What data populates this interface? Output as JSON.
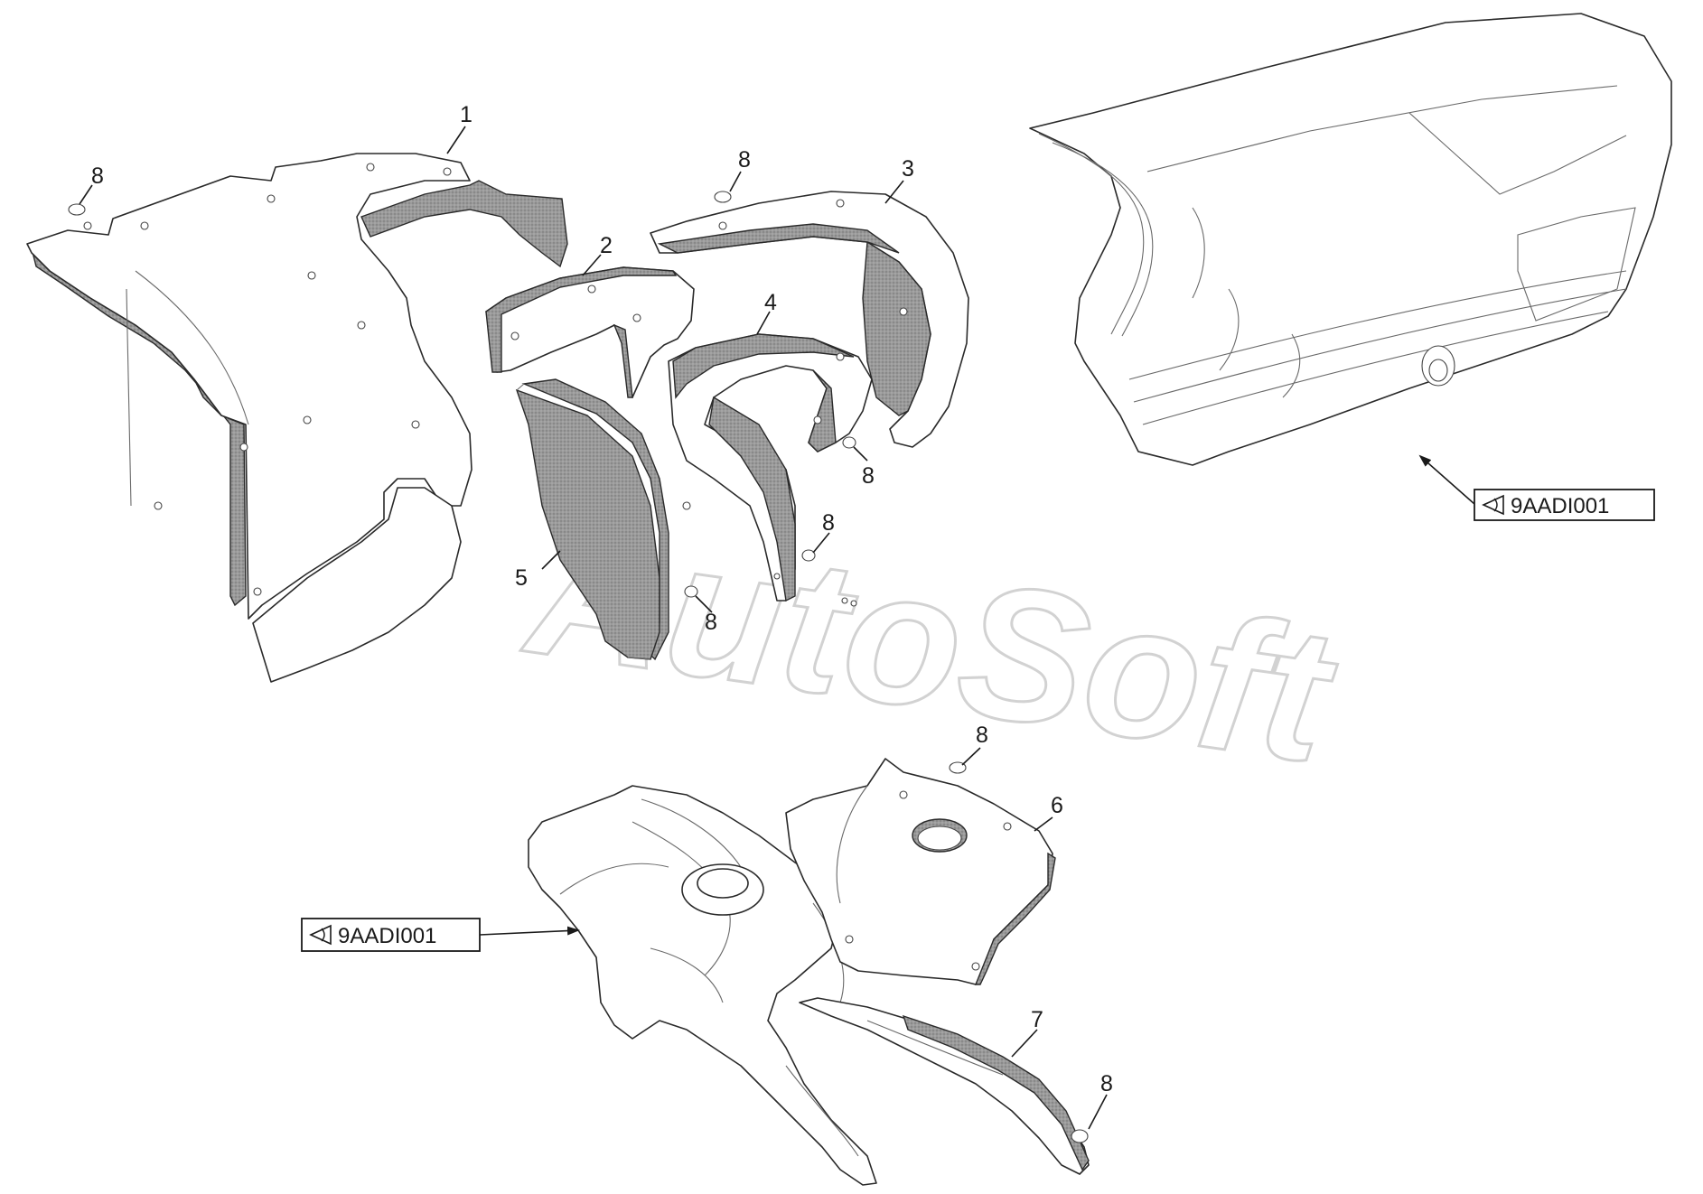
{
  "watermark": "AutoSoft",
  "callouts": {
    "c1": "1",
    "c2": "2",
    "c3": "3",
    "c4": "4",
    "c5": "5",
    "c6": "6",
    "c7": "7",
    "c8": "8"
  },
  "references": {
    "top_right": "9AADI001",
    "bottom_left": "9AADI001"
  },
  "icons": {
    "view_marker": "eye-view-icon"
  }
}
